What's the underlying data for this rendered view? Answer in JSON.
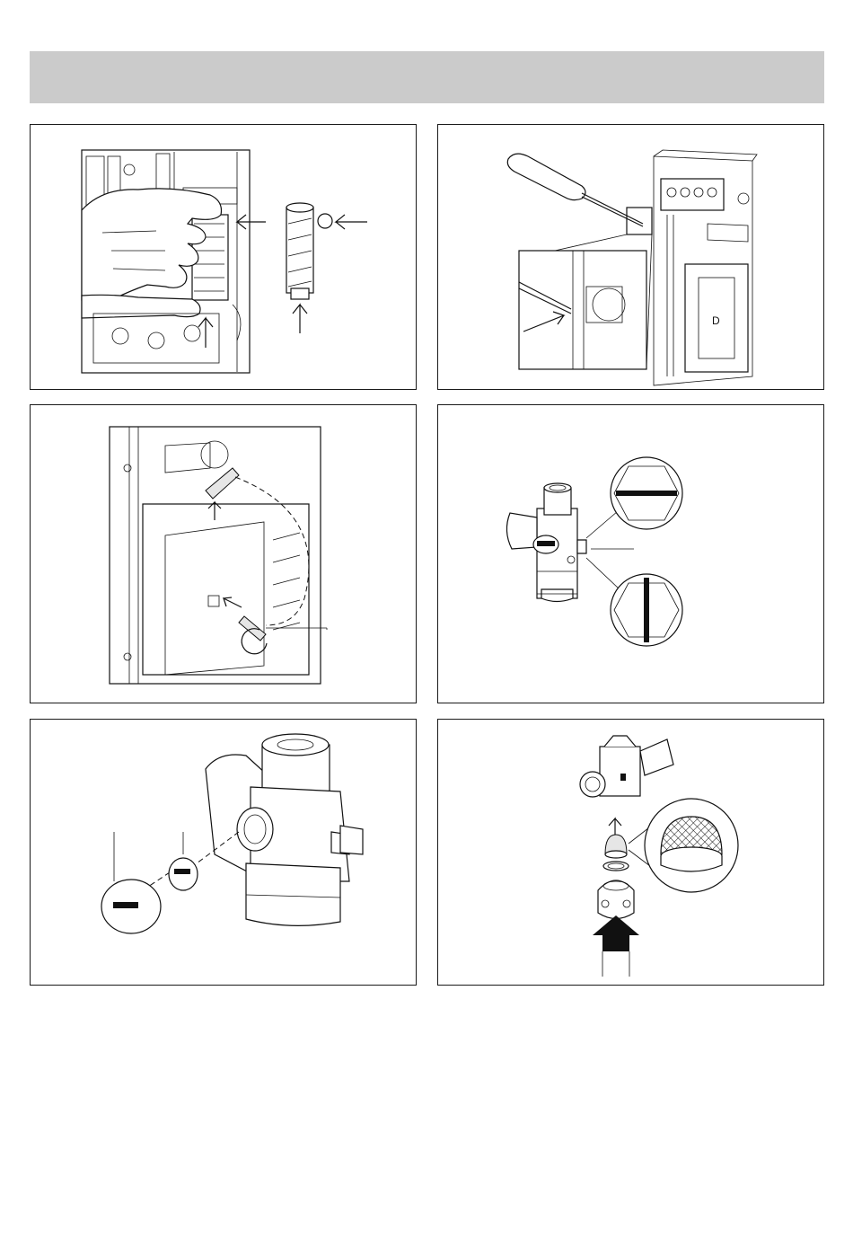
{
  "page": {
    "header_text": "",
    "panels": [
      {
        "id": "disconnect-terminal-block",
        "depicts": "hand-and-connector-icon"
      },
      {
        "id": "open-housing-screwdriver",
        "depicts": "screwdriver-icon"
      },
      {
        "id": "remove-valve-spindle",
        "depicts": "valve-removal-icon"
      },
      {
        "id": "valve-position-indicator",
        "depicts": "valve-position-icon"
      },
      {
        "id": "valve-plug-disassembly",
        "depicts": "valve-plug-icon"
      },
      {
        "id": "strainer-removal",
        "depicts": "strainer-icon"
      }
    ]
  }
}
